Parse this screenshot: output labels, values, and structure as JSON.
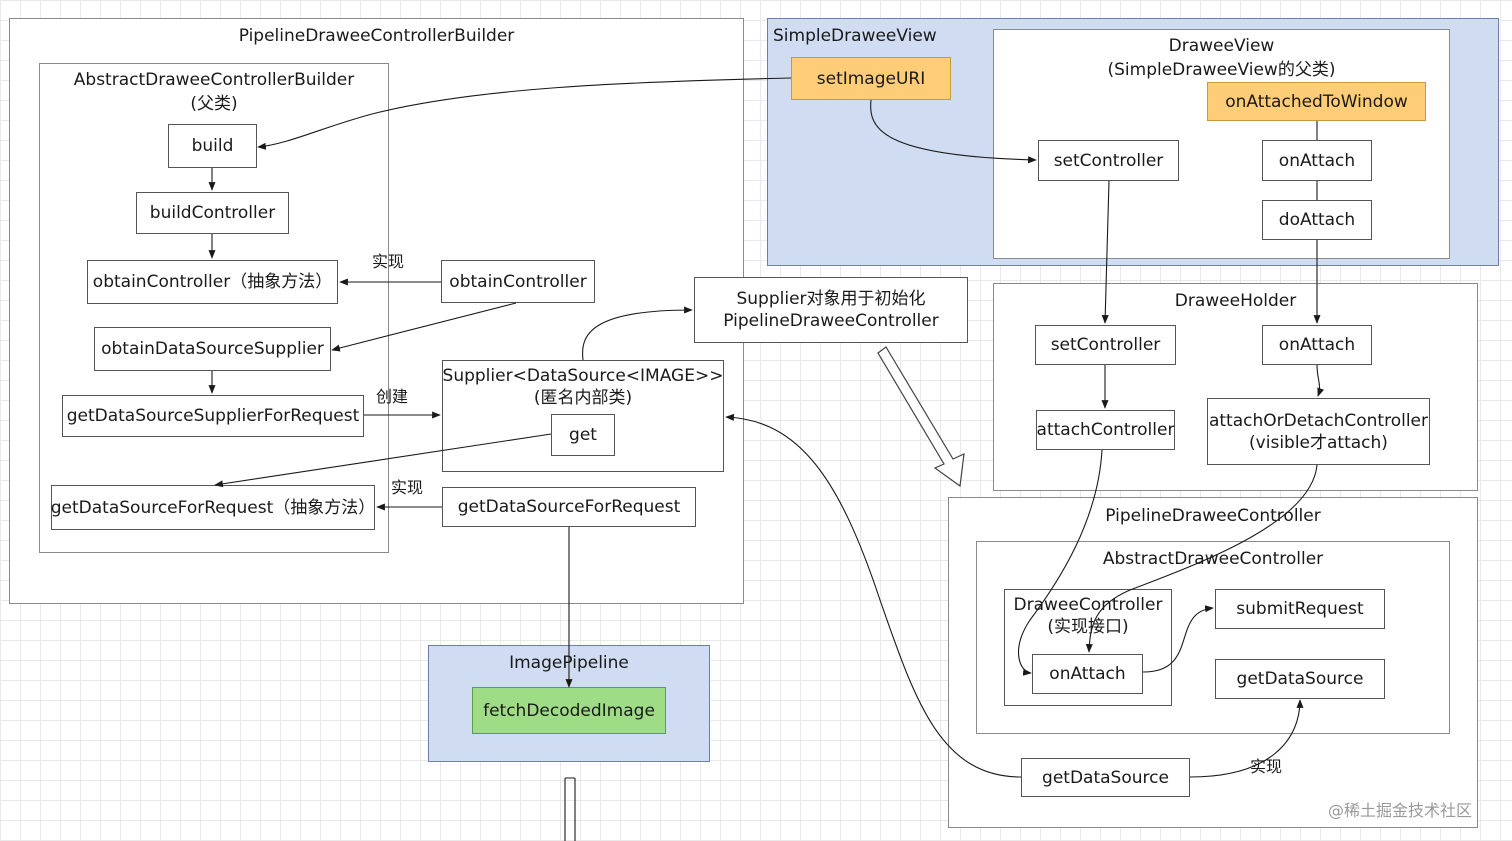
{
  "groups": {
    "builder": "PipelineDraweeControllerBuilder",
    "abstract_builder": "AbstractDraweeControllerBuilder",
    "abstract_builder_sub": "(父类)",
    "simple_view": "SimpleDraweeView",
    "drawee_view": "DraweeView",
    "drawee_view_sub": "(SimpleDraweeView的父类)",
    "drawee_holder": "DraweeHolder",
    "pipeline_controller": "PipelineDraweeController",
    "abstract_controller": "AbstractDraweeController",
    "image_pipeline": "ImagePipeline"
  },
  "nodes": {
    "build": "build",
    "build_controller": "buildController",
    "obtain_controller_abstract": "obtainController（抽象方法）",
    "obtain_controller": "obtainController",
    "obtain_data_source_supplier": "obtainDataSourceSupplier",
    "get_data_source_supplier_for_request": "getDataSourceSupplierForRequest",
    "supplier_line1": "Supplier<DataSource<IMAGE>>",
    "supplier_line2": "(匿名内部类)",
    "get": "get",
    "get_data_source_for_request_abstract": "getDataSourceForRequest（抽象方法）",
    "get_data_source_for_request": "getDataSourceForRequest",
    "set_image_uri": "setImageURI",
    "on_attached_to_window": "onAttachedToWindow",
    "set_controller_view": "setController",
    "on_attach_view": "onAttach",
    "do_attach": "doAttach",
    "supplier_note_line1": "Supplier对象用于初始化",
    "supplier_note_line2": "PipelineDraweeController",
    "set_controller_holder": "setController",
    "attach_controller": "attachController",
    "on_attach_holder": "onAttach",
    "attach_or_detach_line1": "attachOrDetachController",
    "attach_or_detach_line2": "(visible才attach)",
    "drawee_controller_line1": "DraweeController",
    "drawee_controller_line2": "(实现接口)",
    "on_attach_controller": "onAttach",
    "submit_request": "submitRequest",
    "get_data_source_inner": "getDataSource",
    "get_data_source_outer": "getDataSource",
    "fetch_decoded_image": "fetchDecodedImage"
  },
  "edge_labels": {
    "implements_1": "实现",
    "creates": "创建",
    "implements_2": "实现",
    "implements_3": "实现"
  },
  "watermark": "@稀土掘金技术社区",
  "colors": {
    "blue_group": "#d0dcf2",
    "orange_node": "#ffcc78",
    "green_node": "#9fdc86"
  }
}
